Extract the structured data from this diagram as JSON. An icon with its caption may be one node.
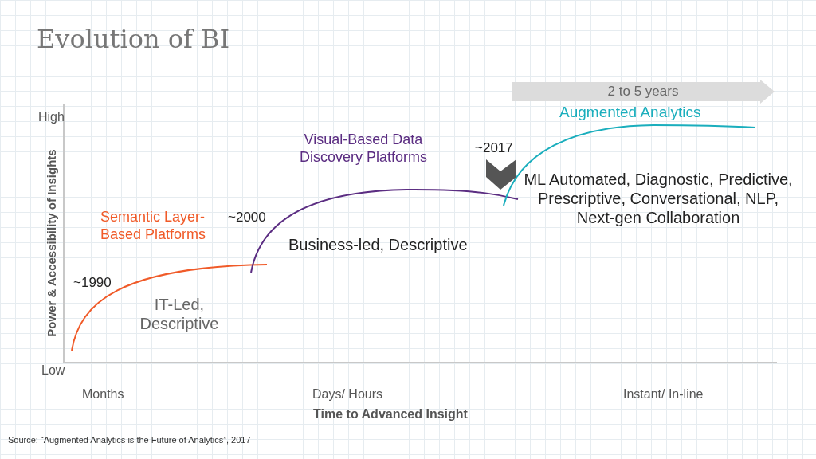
{
  "diagram": {
    "title": "Evolution of BI",
    "caption": "Source: “Augmented Analytics is the Future of Analytics”, 2017",
    "nodes": [
      {
        "text": [
          "2 to 5 years"
        ]
      }
    ],
    "labels": [
      "High",
      "Power & Accessibility of Insights",
      "Augmented Analytics",
      "~2017",
      "Visual-Based Data Discovery Platforms",
      "ML Automated, Diagnostic, Predictive, Prescriptive, Conversational, NLP, Next-gen Collaboration",
      "Semantic Layer-Based Platforms",
      "~2000",
      "Business-led, Descriptive",
      "~1990",
      "IT-Led, Descriptive",
      "Low",
      "Months",
      "Days/ Hours",
      "Instant/ In-line",
      "Time to Advanced Insight"
    ]
  }
}
